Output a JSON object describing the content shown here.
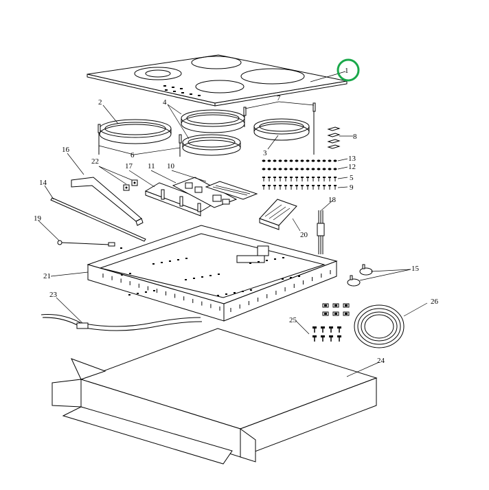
{
  "highlight_color": "#1aa84a",
  "highlighted_part": "1",
  "part_labels": {
    "p1": "1",
    "p2": "2",
    "p3": "3",
    "p4": "4",
    "p5": "5",
    "p6": "6",
    "p7": "7",
    "p8": "8",
    "p9": "9",
    "p10": "10",
    "p11": "11",
    "p12": "12",
    "p13": "13",
    "p14": "14",
    "p15": "15",
    "p16": "16",
    "p17": "17",
    "p18": "18",
    "p19": "19",
    "p20": "20",
    "p21": "21",
    "p22": "22",
    "p23": "23",
    "p24": "24",
    "p25": "25",
    "p26": "26"
  }
}
